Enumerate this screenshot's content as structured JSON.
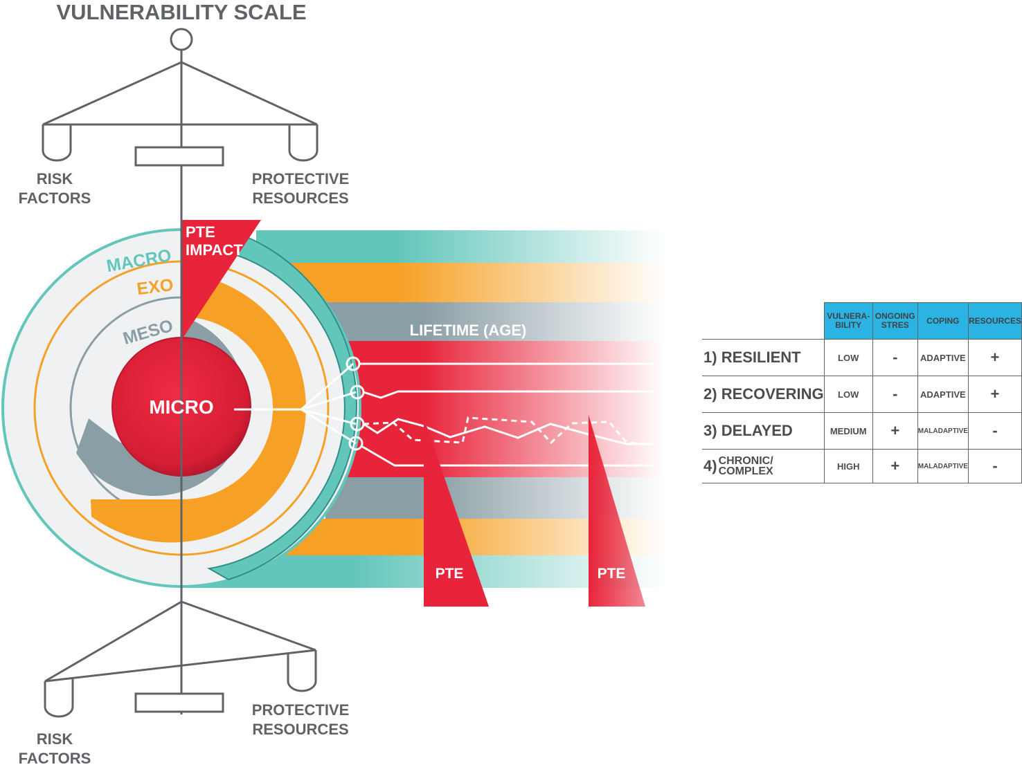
{
  "scale_title": "VULNERABILITY SCALE",
  "top_scale": {
    "left_label_1": "RISK",
    "left_label_2": "FACTORS",
    "right_label_1": "PROTECTIVE",
    "right_label_2": "RESOURCES"
  },
  "bottom_scale": {
    "left_label_1": "RISK",
    "left_label_2": "FACTORS",
    "right_label_1": "PROTECTIVE",
    "right_label_2": "RESOURCES"
  },
  "rings": {
    "macro": "MACRO",
    "exo": "EXO",
    "meso": "MESO",
    "micro": "MICRO"
  },
  "pte_impact_1": "PTE",
  "pte_impact_2": "IMPACT",
  "lifetime_label": "LIFETIME (AGE)",
  "pte_markers": [
    "PTE",
    "PTE"
  ],
  "colors": {
    "teal": "#63c6bb",
    "orange": "#f6a125",
    "gray": "#8a9ea5",
    "red": "#e8243a",
    "line": "#5f6266",
    "table_header": "#2bb3e3"
  },
  "table": {
    "headers": {
      "vulnerability_1": "VULNERA-",
      "vulnerability_2": "BILITY",
      "stress_1": "ONGOING",
      "stress_2": "STRES",
      "coping": "COPING",
      "resources": "RESOURCES"
    },
    "rows": [
      {
        "num": "1)",
        "pathway": "RESILIENT",
        "vulnerability": "LOW",
        "stress": "-",
        "coping": "ADAPTIVE",
        "resources": "+"
      },
      {
        "num": "2)",
        "pathway": "RECOVERING",
        "vulnerability": "LOW",
        "stress": "-",
        "coping": "ADAPTIVE",
        "resources": "+"
      },
      {
        "num": "3)",
        "pathway": "DELAYED",
        "vulnerability": "MEDIUM",
        "stress": "+",
        "coping": "MALADAPTIVE",
        "resources": "-"
      },
      {
        "num": "4)",
        "pathway_1": "CHRONIC/",
        "pathway_2": "COMPLEX",
        "vulnerability": "HIGH",
        "stress": "+",
        "coping": "MALADAPTIVE",
        "resources": "-"
      }
    ]
  }
}
